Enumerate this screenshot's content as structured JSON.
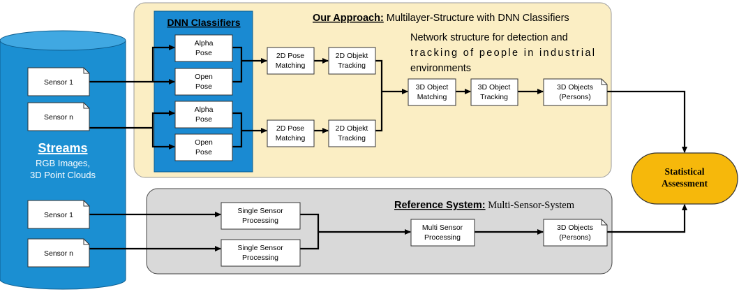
{
  "streams": {
    "title": "Streams",
    "subtitle_line1": "RGB Images,",
    "subtitle_line2": "3D Point Clouds"
  },
  "sensors": {
    "top_1": "Sensor 1",
    "top_n": "Sensor n",
    "bottom_1": "Sensor 1",
    "bottom_n": "Sensor n"
  },
  "approach": {
    "heading": "Our Approach:",
    "heading_rest": " Multilayer-Structure with DNN Classifiers",
    "desc_line1": "Network structure for detection and",
    "desc_line2": "tracking  of  people  in  industrial",
    "desc_line3": "environments",
    "dnn_title": "DNN Classifiers",
    "alpha_pose_1": [
      "Alpha",
      "Pose"
    ],
    "open_pose_1": [
      "Open",
      "Pose"
    ],
    "alpha_pose_2": [
      "Alpha",
      "Pose"
    ],
    "open_pose_2": [
      "Open",
      "Pose"
    ],
    "pose_matching_1": [
      "2D Pose",
      "Matching"
    ],
    "objekt_tracking_1": [
      "2D Objekt",
      "Tracking"
    ],
    "pose_matching_2": [
      "2D Pose",
      "Matching"
    ],
    "objekt_tracking_2": [
      "2D Objekt",
      "Tracking"
    ],
    "object_matching_3d": [
      "3D Object",
      "Matching"
    ],
    "object_tracking_3d": [
      "3D Object",
      "Tracking"
    ],
    "objects_persons": [
      "3D Objects",
      "(Persons)"
    ]
  },
  "reference": {
    "heading": "Reference System:",
    "heading_rest": " Multi-Sensor-System",
    "single_1": [
      "Single Sensor",
      "Processing"
    ],
    "single_2": [
      "Single Sensor",
      "Processing"
    ],
    "multi": [
      "Multi Sensor",
      "Processing"
    ],
    "objects_persons": [
      "3D Objects",
      "(Persons)"
    ]
  },
  "assessment": [
    "Statistical",
    "Assessment"
  ],
  "colors": {
    "cylinder": "#1b8fd2",
    "cylinder_top": "#40a8e2",
    "approach_bg": "#fbeec4",
    "dnn_bg": "#1a8ad2",
    "reference_bg": "#d9d9d9",
    "assessment": "#f6b80b"
  }
}
